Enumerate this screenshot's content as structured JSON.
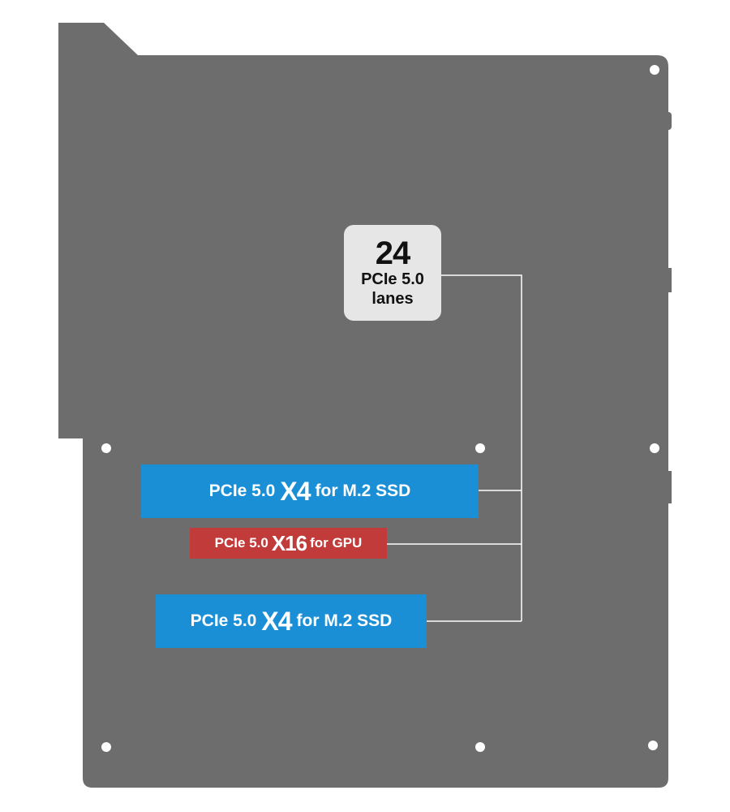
{
  "colors": {
    "board": "#6d6d6d",
    "lanes_box": "#e6e6e6",
    "ssd_slot": "#1b8fd6",
    "gpu_slot": "#c23b3b",
    "connector_line": "#ffffff",
    "mount_hole": "#ffffff"
  },
  "cpu_lanes": {
    "count": "24",
    "line1": "PCIe 5.0",
    "line2": "lanes"
  },
  "slots": {
    "ssd_top": {
      "prefix": "PCIe 5.0",
      "width": "X4",
      "suffix": "for M.2 SSD"
    },
    "gpu": {
      "prefix": "PCIe 5.0",
      "width": "X16",
      "suffix": "for GPU"
    },
    "ssd_bottom": {
      "prefix": "PCIe 5.0",
      "width": "X4",
      "suffix": "for M.2 SSD"
    }
  }
}
